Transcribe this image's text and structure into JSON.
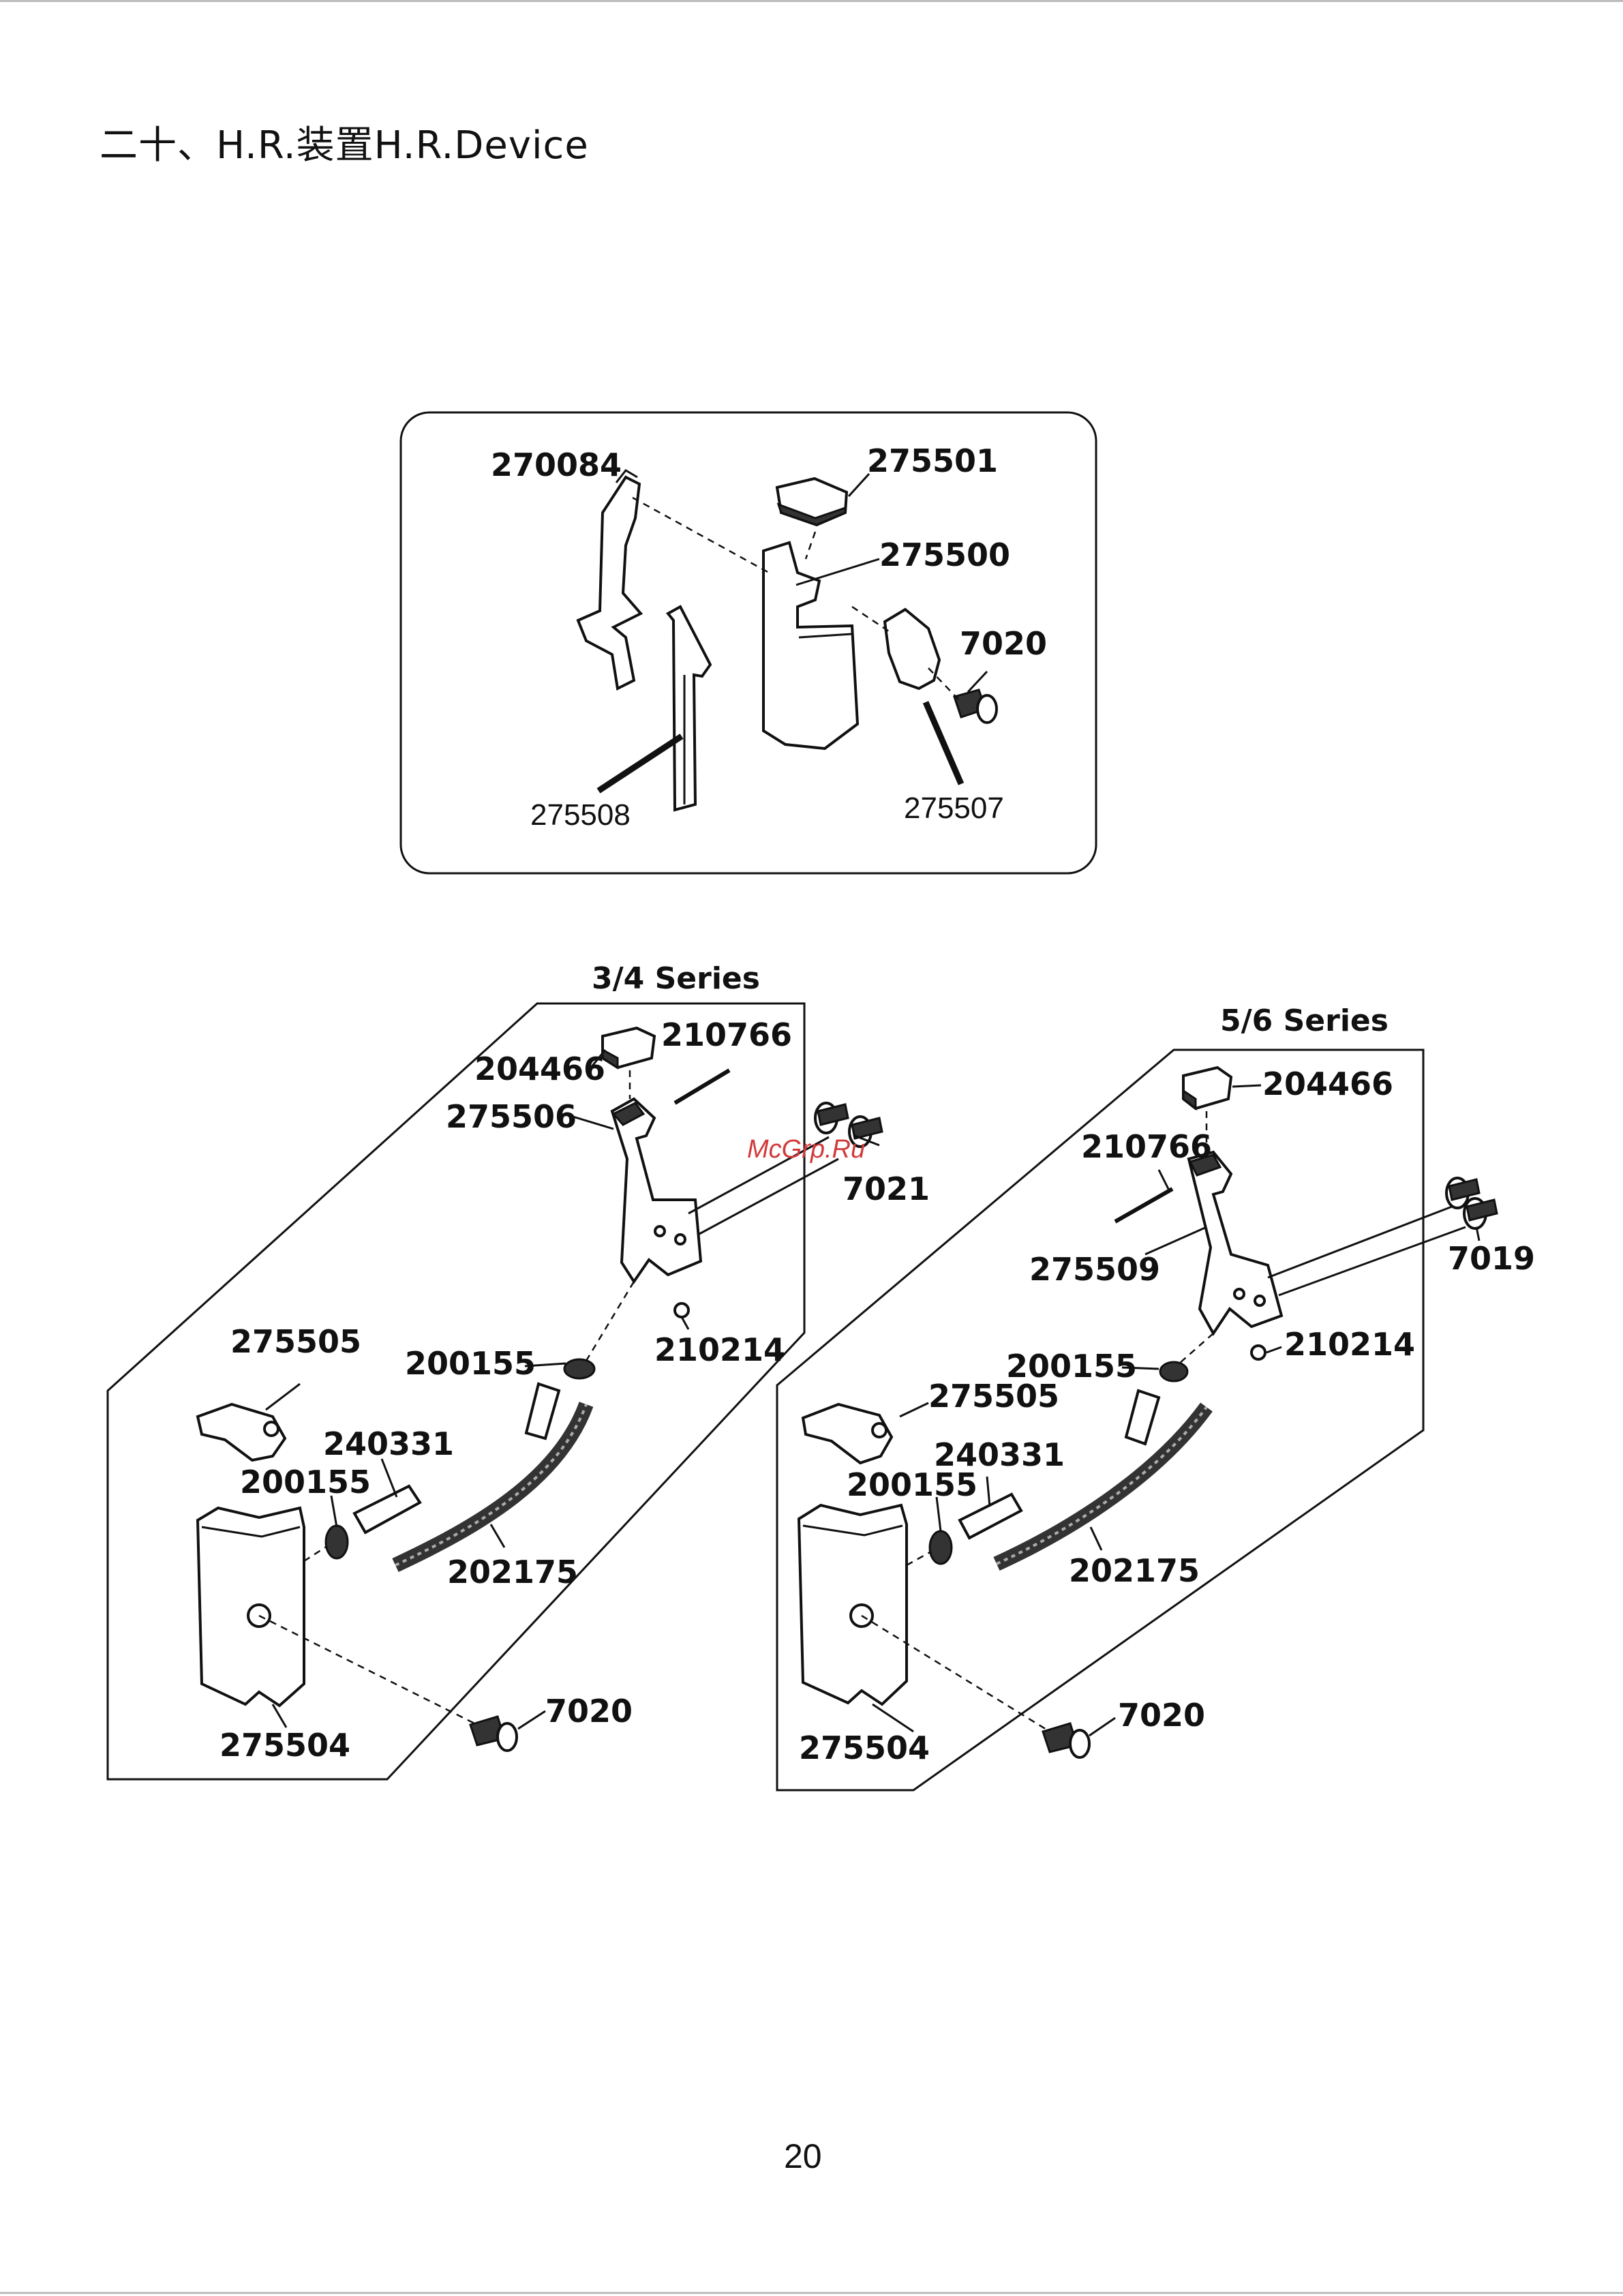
{
  "page": {
    "title": "二十、H.R.装置H.R.Device",
    "page_number": "20",
    "watermark": "McGrp.Ru"
  },
  "top_group": {
    "labels": {
      "p270084": "270084",
      "p275501": "275501",
      "p275500": "275500",
      "p7020": "7020",
      "p275508": "275508",
      "p275507": "275507"
    }
  },
  "series_34": {
    "title": "3/4 Series",
    "labels": {
      "p204466": "204466",
      "p210766": "210766",
      "p275506": "275506",
      "p7021": "7021",
      "p275505": "275505",
      "p200155a": "200155",
      "p210214": "210214",
      "p240331": "240331",
      "p200155b": "200155",
      "p202175": "202175",
      "p7020": "7020",
      "p275504": "275504"
    }
  },
  "series_56": {
    "title": "5/6 Series",
    "labels": {
      "p204466": "204466",
      "p210766": "210766",
      "p7019": "7019",
      "p275509": "275509",
      "p200155a": "200155",
      "p210214": "210214",
      "p275505": "275505",
      "p240331": "240331",
      "p200155b": "200155",
      "p202175": "202175",
      "p7020": "7020",
      "p275504": "275504"
    }
  }
}
